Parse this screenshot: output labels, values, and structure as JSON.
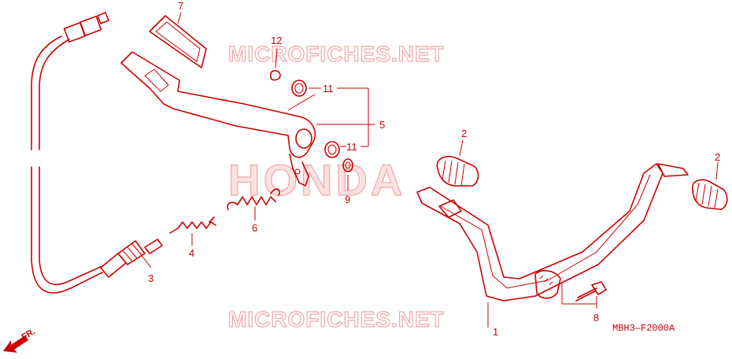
{
  "diagram": {
    "diagram_code": "MBH3—F2000A",
    "direction_label": "FR.",
    "watermarks": {
      "top": "MICROFICHES.NET",
      "bottom": "MICROFICHES.NET",
      "center": "HONDA"
    },
    "callouts": [
      {
        "id": "1",
        "label": "1"
      },
      {
        "id": "2a",
        "label": "2"
      },
      {
        "id": "2b",
        "label": "2"
      },
      {
        "id": "3",
        "label": "3"
      },
      {
        "id": "4",
        "label": "4"
      },
      {
        "id": "5",
        "label": "5"
      },
      {
        "id": "6",
        "label": "6"
      },
      {
        "id": "7",
        "label": "7"
      },
      {
        "id": "8",
        "label": "8"
      },
      {
        "id": "9",
        "label": "9"
      },
      {
        "id": "11a",
        "label": "11"
      },
      {
        "id": "11b",
        "label": "11"
      },
      {
        "id": "12",
        "label": "12"
      }
    ],
    "colors": {
      "line": "#cc0000",
      "watermark": "#f2a6a6",
      "background": "#ffffff"
    }
  }
}
